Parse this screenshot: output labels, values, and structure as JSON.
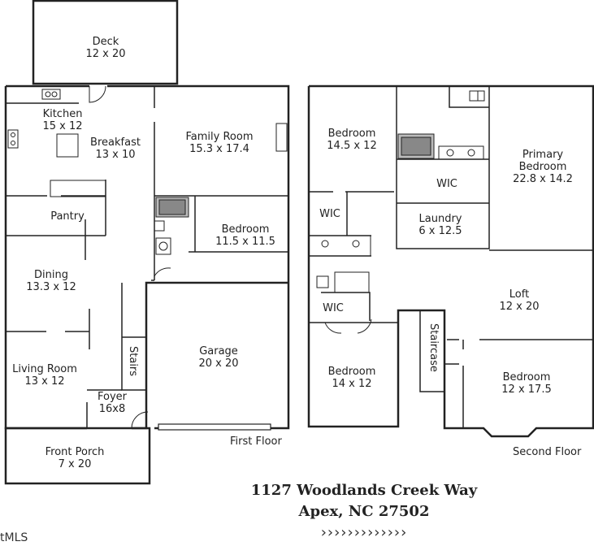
{
  "rooms": {
    "deck": {
      "name": "Deck",
      "size": "12 x 20"
    },
    "kitchen": {
      "name": "Kitchen",
      "size": "15 x 12"
    },
    "breakfast": {
      "name": "Breakfast",
      "size": "13 x 10"
    },
    "family_room": {
      "name": "Family Room",
      "size": "15.3 x 17.4"
    },
    "pantry": {
      "name": "Pantry"
    },
    "bedroom_first": {
      "name": "Bedroom",
      "size": "11.5 x 11.5"
    },
    "dining": {
      "name": "Dining",
      "size": "13.3 x 12"
    },
    "garage": {
      "name": "Garage",
      "size": "20 x 20"
    },
    "stairs": {
      "name": "Stairs"
    },
    "living_room": {
      "name": "Living Room",
      "size": "13 x 12"
    },
    "foyer": {
      "name": "Foyer",
      "size": "16x8"
    },
    "front_porch": {
      "name": "Front Porch",
      "size": "7 x 20"
    },
    "bedroom_2a": {
      "name": "Bedroom",
      "size": "14.5 x 12"
    },
    "primary_bedroom": {
      "name": "Primary",
      "name2": "Bedroom",
      "size": "22.8 x 14.2"
    },
    "wic_primary": {
      "name": "WIC"
    },
    "wic_left": {
      "name": "WIC"
    },
    "laundry": {
      "name": "Laundry",
      "size": "6 x 12.5"
    },
    "loft": {
      "name": "Loft",
      "size": "12 x 20"
    },
    "wic_lower": {
      "name": "WIC"
    },
    "staircase": {
      "name": "Staircase"
    },
    "bedroom_2b": {
      "name": "Bedroom",
      "size": "14 x 12"
    },
    "bedroom_2c": {
      "name": "Bedroom",
      "size": "12 x 17.5"
    }
  },
  "floors": {
    "first": "First Floor",
    "second": "Second Floor"
  },
  "address": {
    "line1": "1127 Woodlands Creek Way",
    "line2": "Apex, NC 27502"
  },
  "decor": {
    "chevrons": "›››››››››››››",
    "mls": "tMLS"
  }
}
